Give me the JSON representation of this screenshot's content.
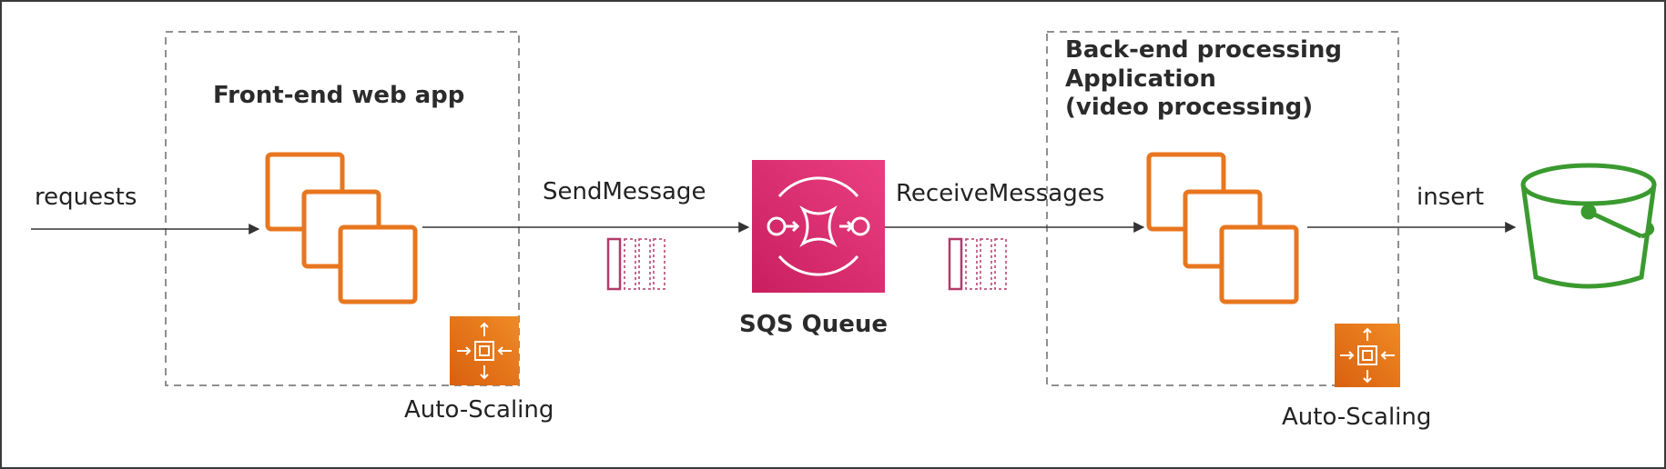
{
  "labels": {
    "requests": "requests",
    "frontend_title": "Front-end web app",
    "send_message": "SendMessage",
    "receive_messages": "ReceiveMessages",
    "queue_name": "SQS Queue",
    "backend_title_line1": "Back-end processing",
    "backend_title_line2": "Application",
    "backend_title_line3": "(video processing)",
    "insert": "insert",
    "autoscaling_left": "Auto-Scaling",
    "autoscaling_right": "Auto-Scaling"
  },
  "icons": {
    "compute_instances": "ec2-instances-icon",
    "queue": "sqs-queue-icon",
    "autoscaling": "auto-scaling-icon",
    "storage": "s3-bucket-icon",
    "messages": "message-batch-icon"
  },
  "colors": {
    "compute_orange": "#e8761e",
    "sqs_pink": "#d6276b",
    "message_pink": "#b23a6b",
    "bucket_green": "#3a9a2f",
    "autoscaling_orange": "#e66f12",
    "dashed_border": "#8f8f8f",
    "arrow": "#333333"
  }
}
